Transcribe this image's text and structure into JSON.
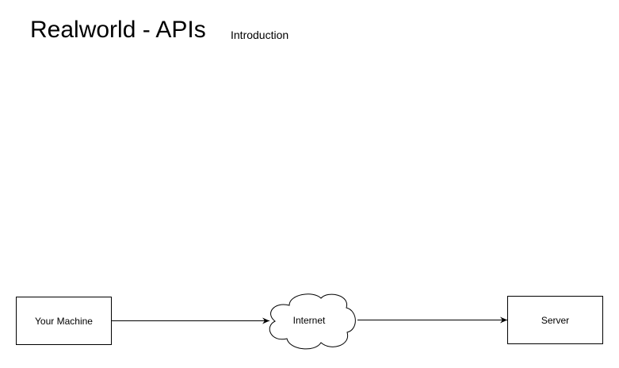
{
  "title": "Realworld - APIs",
  "subtitle": "Introduction",
  "nodes": {
    "client": {
      "label": "Your Machine"
    },
    "internet": {
      "label": "Internet"
    },
    "server": {
      "label": "Server"
    }
  },
  "edges": [
    {
      "from": "client",
      "to": "internet"
    },
    {
      "from": "internet",
      "to": "server"
    }
  ],
  "colors": {
    "stroke": "#000000",
    "fill": "#ffffff",
    "background": "#ffffff"
  }
}
